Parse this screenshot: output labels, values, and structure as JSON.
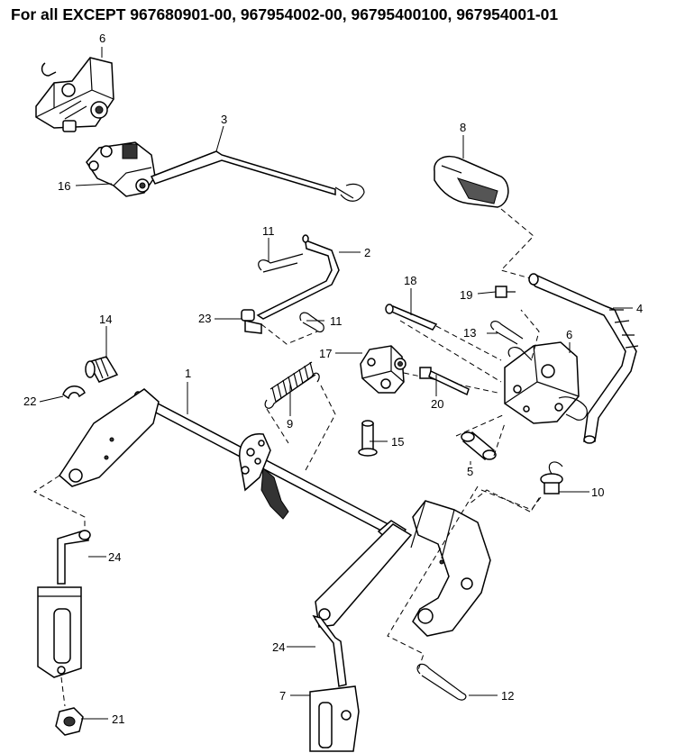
{
  "title": "For all EXCEPT 967680901-00, 967954002-00, 96795400100, 967954001-01",
  "callouts": {
    "c1": "1",
    "c2": "2",
    "c3": "3",
    "c4": "4",
    "c5": "5",
    "c6a": "6",
    "c6b": "6",
    "c7": "7",
    "c8": "8",
    "c9": "9",
    "c10": "10",
    "c11a": "11",
    "c11b": "11",
    "c12": "12",
    "c13": "13",
    "c14": "14",
    "c15": "15",
    "c16": "16",
    "c17": "17",
    "c18": "18",
    "c19": "19",
    "c20": "20",
    "c21": "21",
    "c22": "22",
    "c23": "23",
    "c24a": "24",
    "c24b": "24"
  }
}
